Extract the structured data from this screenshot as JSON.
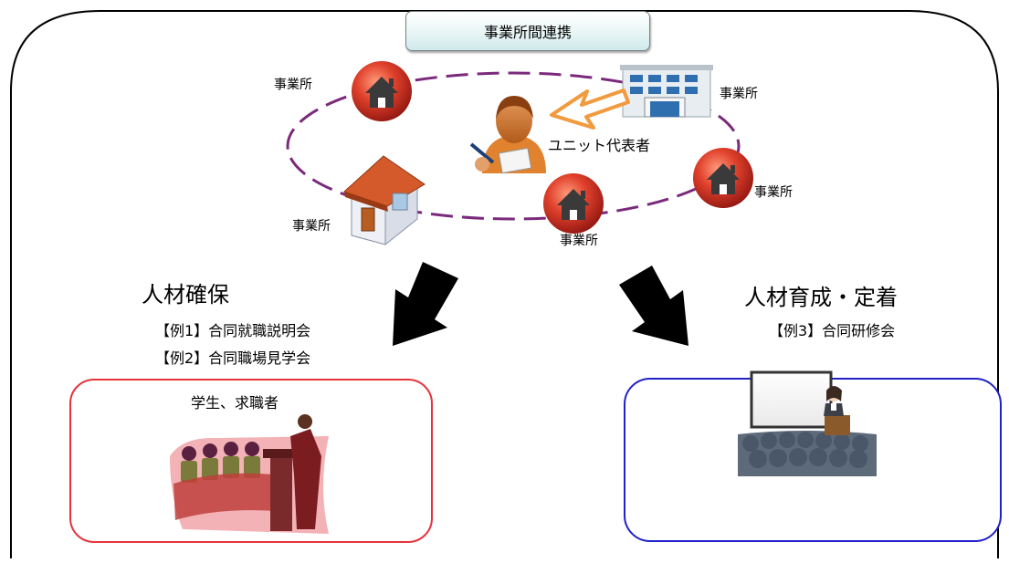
{
  "title": "事業所間連携",
  "labels": {
    "office_top_left": "事業所",
    "office_top_right": "事業所",
    "office_right": "事業所",
    "office_bottom_center": "事業所",
    "office_left": "事業所",
    "unit_representative": "ユニット代表者"
  },
  "left_branch": {
    "heading": "人材確保",
    "examples": [
      "【例1】合同就職説明会",
      "【例2】合同職場見学会"
    ],
    "box_caption": "学生、求職者",
    "box_color": "#e8323b"
  },
  "right_branch": {
    "heading": "人材育成・定着",
    "examples": [
      "【例3】合同研修会"
    ],
    "box_color": "#2121c8"
  },
  "colors": {
    "ring": "#7b2a7b",
    "office_badge": "#c8251b",
    "arrow": "#000000",
    "hollow_arrow": "#f19a3e"
  }
}
